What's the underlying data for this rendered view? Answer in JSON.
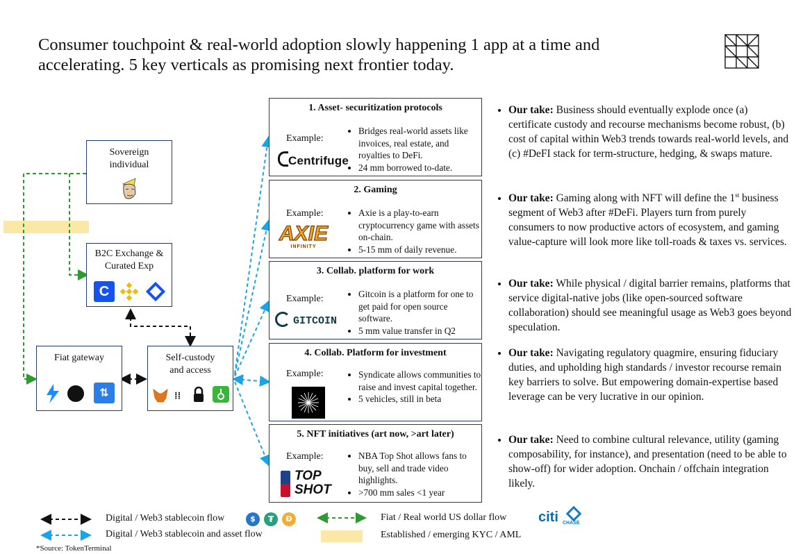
{
  "title": "Consumer touchpoint & real-world adoption slowly happening 1 app at a time and accelerating. 5 key verticals as promising next frontier today.",
  "nodes": {
    "sovereign": "Sovereign individual",
    "b2c": "B2C Exchange & Curated Exp",
    "fiat": "Fiat gateway",
    "selfcustody": "Self-custody and access"
  },
  "verticals": [
    {
      "title": "1. Asset- securitization protocols",
      "example": "Example:",
      "brand": "Centrifuge",
      "bullets": [
        "Bridges real-world assets like invoices, real estate, and royalties to DeFi.",
        "24 mm borrowed to-date."
      ]
    },
    {
      "title": "2. Gaming",
      "example": "Example:",
      "brand": "AXIE",
      "brand_sub": "INFINITY",
      "bullets": [
        "Axie is a play-to-earn cryptocurrency game with assets on-chain.",
        "5-15 mm of daily revenue."
      ]
    },
    {
      "title": "3. Collab. platform for work",
      "example": "Example:",
      "brand": "GITCOIN",
      "bullets": [
        "Gitcoin is a platform for one to get paid for open source software.",
        "5 mm value transfer in Q2"
      ]
    },
    {
      "title": "4. Collab. Platform for investment",
      "example": "Example:",
      "bullets": [
        "Syndicate allows communities to raise and invest capital together.",
        "5 vehicles, still in beta"
      ]
    },
    {
      "title": "5. NFT initiatives (art now, >art later)",
      "example": "Example:",
      "brand": "TOP SHOT",
      "bullets": [
        "NBA Top Shot allows fans to buy, sell and trade video highlights.",
        ">700 mm sales <1 year"
      ]
    }
  ],
  "takes": [
    {
      "lead": "Our take:",
      "text": " Business should eventually explode once (a) certificate custody and recourse mechanisms become robust, (b) cost of capital within Web3 trends towards real-world levels, and (c) #DeFI stack for term-structure, hedging, & swaps mature."
    },
    {
      "lead": "Our take:",
      "text_a": " Gaming along with NFT will define the 1",
      "sup": "st",
      "text_b": " business segment of Web3 after #DeFi. Players turn from purely consumers to now productive actors of ecosystem, and gaming value-capture will look more like toll-roads & taxes vs. services."
    },
    {
      "lead": "Our take:",
      "text": " While physical / digital barrier remains, platforms that service digital-native jobs (like open-sourced software collaboration) should see meaningful usage as Web3 goes beyond speculation."
    },
    {
      "lead": "Our take:",
      "text": " Navigating regulatory quagmire, ensuring fiduciary duties, and upholding high standards / investor recourse remain key barriers to solve. But empowering domain-expertise based leverage can be very lucrative in our opinion."
    },
    {
      "lead": "Our take:",
      "text": " Need to combine cultural relevance, utility (gaming composability, for instance), and presentation (need to be able to show-off) for wider adoption. Onchain / offchain integration likely."
    }
  ],
  "legend": {
    "black": "Digital / Web3 stablecoin flow",
    "blue": "Digital / Web3 stablecoin and asset flow",
    "green": "Fiat / Real world US dollar flow",
    "yellow": "Established / emerging KYC / AML",
    "citi": "citi",
    "chase": "CHASE"
  },
  "source": "*Source: TokenTerminal",
  "colors": {
    "black_flow": "#111111",
    "blue_flow": "#1aa3e6",
    "green_flow": "#2f9a2f",
    "kyc": "#fce8a6",
    "box_border": "#243a6e"
  }
}
